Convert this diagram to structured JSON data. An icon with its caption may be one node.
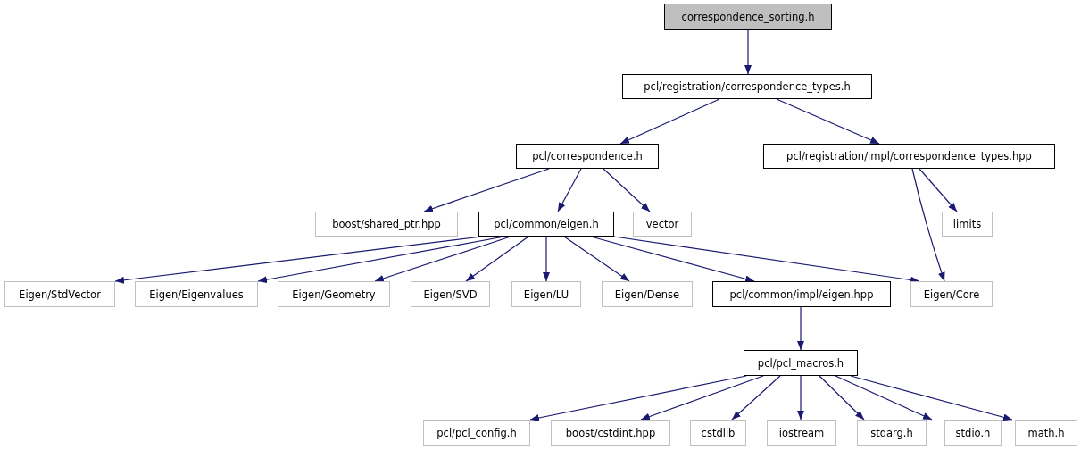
{
  "diagram": {
    "nodes": [
      {
        "text": [
          "correspondence_sorting.h"
        ]
      },
      {
        "text": [
          "pcl/registration/correspondence_types.h"
        ]
      },
      {
        "text": [
          "pcl/correspondence.h"
        ]
      },
      {
        "text": [
          "pcl/registration/impl/correspondence_types.hpp"
        ]
      },
      {
        "text": [
          "boost/shared_ptr.hpp"
        ]
      },
      {
        "text": [
          "pcl/common/eigen.h"
        ]
      },
      {
        "text": [
          "vector"
        ]
      },
      {
        "text": [
          "limits"
        ]
      },
      {
        "text": [
          "Eigen/StdVector"
        ]
      },
      {
        "text": [
          "Eigen/Eigenvalues"
        ]
      },
      {
        "text": [
          "Eigen/Geometry"
        ]
      },
      {
        "text": [
          "Eigen/SVD"
        ]
      },
      {
        "text": [
          "Eigen/LU"
        ]
      },
      {
        "text": [
          "Eigen/Dense"
        ]
      },
      {
        "text": [
          "pcl/common/impl/eigen.hpp"
        ]
      },
      {
        "text": [
          "Eigen/Core"
        ]
      },
      {
        "text": [
          "pcl/pcl_macros.h"
        ]
      },
      {
        "text": [
          "pcl/pcl_config.h"
        ]
      },
      {
        "text": [
          "boost/cstdint.hpp"
        ]
      },
      {
        "text": [
          "cstdlib"
        ]
      },
      {
        "text": [
          "iostream"
        ]
      },
      {
        "text": [
          "stdarg.h"
        ]
      },
      {
        "text": [
          "stdio.h"
        ]
      },
      {
        "text": [
          "math.h"
        ]
      }
    ],
    "edges": [
      {
        "from": 0,
        "to": 1,
        "arrow": "to"
      },
      {
        "from": 1,
        "to": 2,
        "arrow": "to"
      },
      {
        "from": 1,
        "to": 3,
        "arrow": "to"
      },
      {
        "from": 2,
        "to": 4,
        "arrow": "to"
      },
      {
        "from": 2,
        "to": 5,
        "arrow": "to"
      },
      {
        "from": 2,
        "to": 6,
        "arrow": "to"
      },
      {
        "from": 3,
        "to": 15,
        "arrow": "to"
      },
      {
        "from": 3,
        "to": 7,
        "arrow": "to"
      },
      {
        "from": 5,
        "to": 8,
        "arrow": "to"
      },
      {
        "from": 5,
        "to": 9,
        "arrow": "to"
      },
      {
        "from": 5,
        "to": 10,
        "arrow": "to"
      },
      {
        "from": 5,
        "to": 11,
        "arrow": "to"
      },
      {
        "from": 5,
        "to": 12,
        "arrow": "to"
      },
      {
        "from": 5,
        "to": 13,
        "arrow": "to"
      },
      {
        "from": 5,
        "to": 14,
        "arrow": "to"
      },
      {
        "from": 5,
        "to": 15,
        "arrow": "to"
      },
      {
        "from": 14,
        "to": 16,
        "arrow": "to"
      },
      {
        "from": 16,
        "to": 17,
        "arrow": "to"
      },
      {
        "from": 16,
        "to": 18,
        "arrow": "to"
      },
      {
        "from": 16,
        "to": 19,
        "arrow": "to"
      },
      {
        "from": 16,
        "to": 20,
        "arrow": "to"
      },
      {
        "from": 16,
        "to": 21,
        "arrow": "to"
      },
      {
        "from": 16,
        "to": 22,
        "arrow": "to"
      },
      {
        "from": 16,
        "to": 23,
        "arrow": "to"
      }
    ]
  }
}
